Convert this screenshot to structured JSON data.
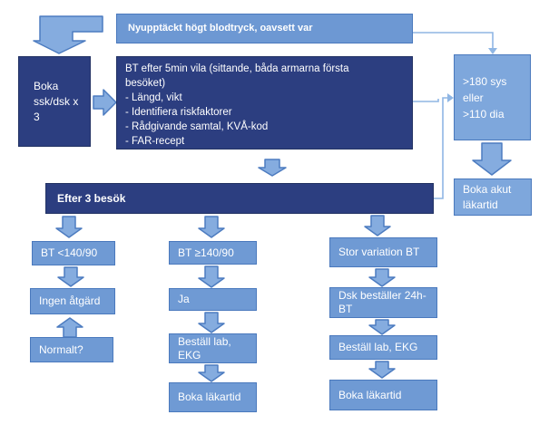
{
  "title": "Nyupptäckt högt blodtryck flödesschema",
  "colors": {
    "dark_box": "#2c3e80",
    "blue_box": "#6f9ad4",
    "light_blue_box": "#7ea7dc",
    "header_box": "#6d98d3",
    "box_border": "#4a79bd",
    "arrow_fill": "#85acdf",
    "arrow_border": "#4d7cc0",
    "connector_line": "#8fb6e4",
    "text": "#ffffff",
    "background": "#ffffff"
  },
  "nodes": {
    "header": "Nyupptäckt högt blodtryck, oavsett var",
    "boka_ssk": "Boka\nssk/dsk x 3",
    "bt_visit": "BT efter 5min vila (sittande, båda armarna första\nbesöket)\n- Längd, vikt\n- Identifiera riskfaktorer\n- Rådgivande samtal, KVÅ-kod\n- FAR-recept",
    "efter_bar": "Efter 3 besök",
    "high_bp": ">180 sys\neller\n>110 dia",
    "boka_akut": "Boka akut\nläkartid",
    "col1": {
      "bt_low": "BT <140/90",
      "ingen_atgard": "Ingen åtgärd",
      "normalt": "Normalt?"
    },
    "col2": {
      "bt_high": "BT  ≥140/90",
      "ja": "Ja",
      "bestall_lab": "Beställ lab,\nEKG",
      "boka_lakartid": "Boka läkartid"
    },
    "col3": {
      "stor_variation": "Stor variation  BT",
      "dsk_bestaller": "Dsk beställer 24h-\nBT",
      "bestall_lab": "Beställ lab, EKG",
      "boka_lakartid": "Boka läkartid"
    }
  }
}
